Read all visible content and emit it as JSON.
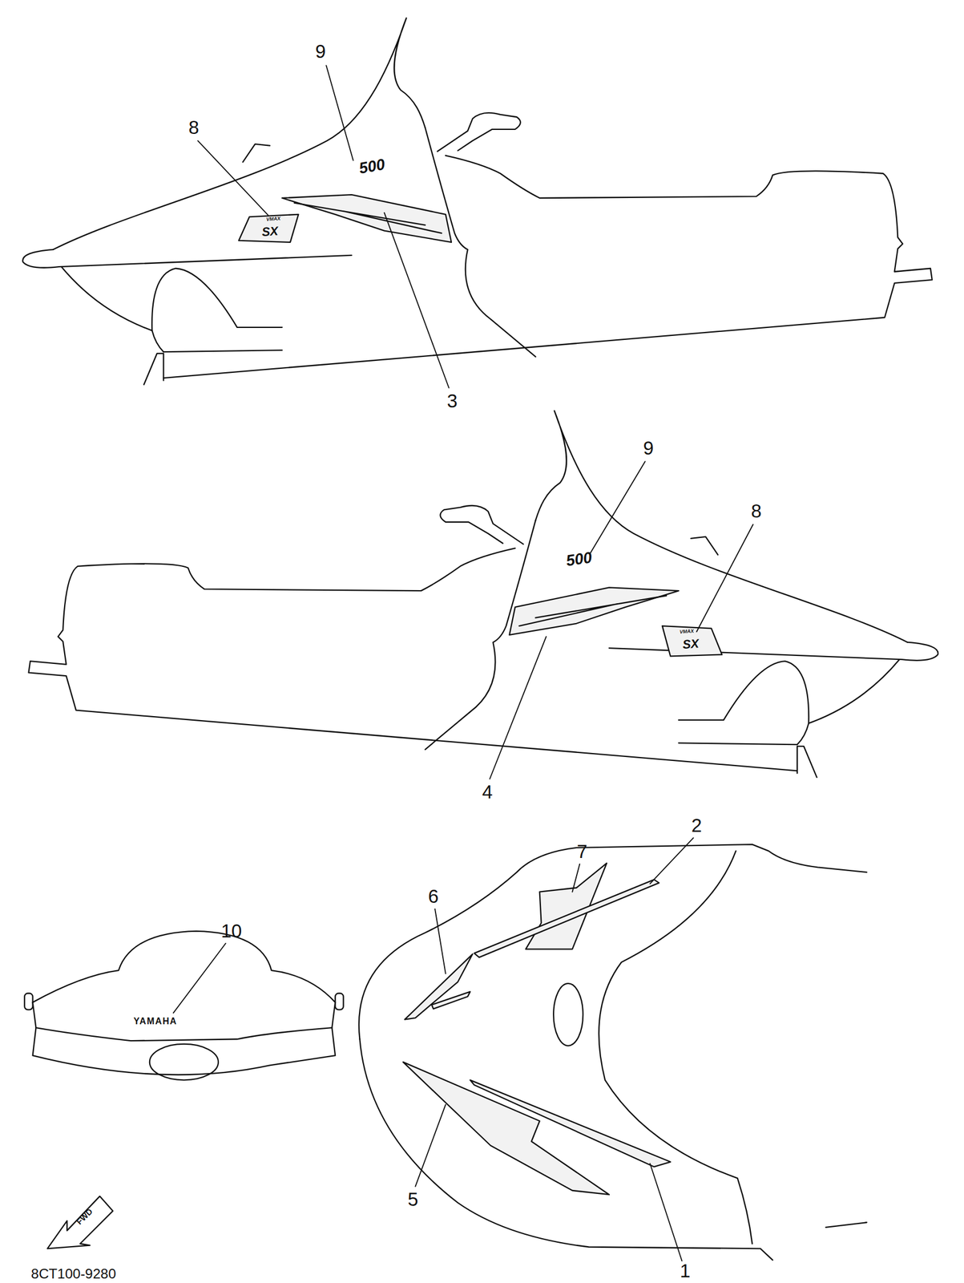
{
  "diagram": {
    "labels": [
      "9",
      "8",
      "500",
      "VMAX",
      "SX",
      "3",
      "9",
      "500",
      "8",
      "VMAX",
      "SX",
      "4",
      "7",
      "2",
      "6",
      "10",
      "YAMAHA",
      "5",
      "1",
      "FWD",
      "8CT100-9280"
    ]
  }
}
